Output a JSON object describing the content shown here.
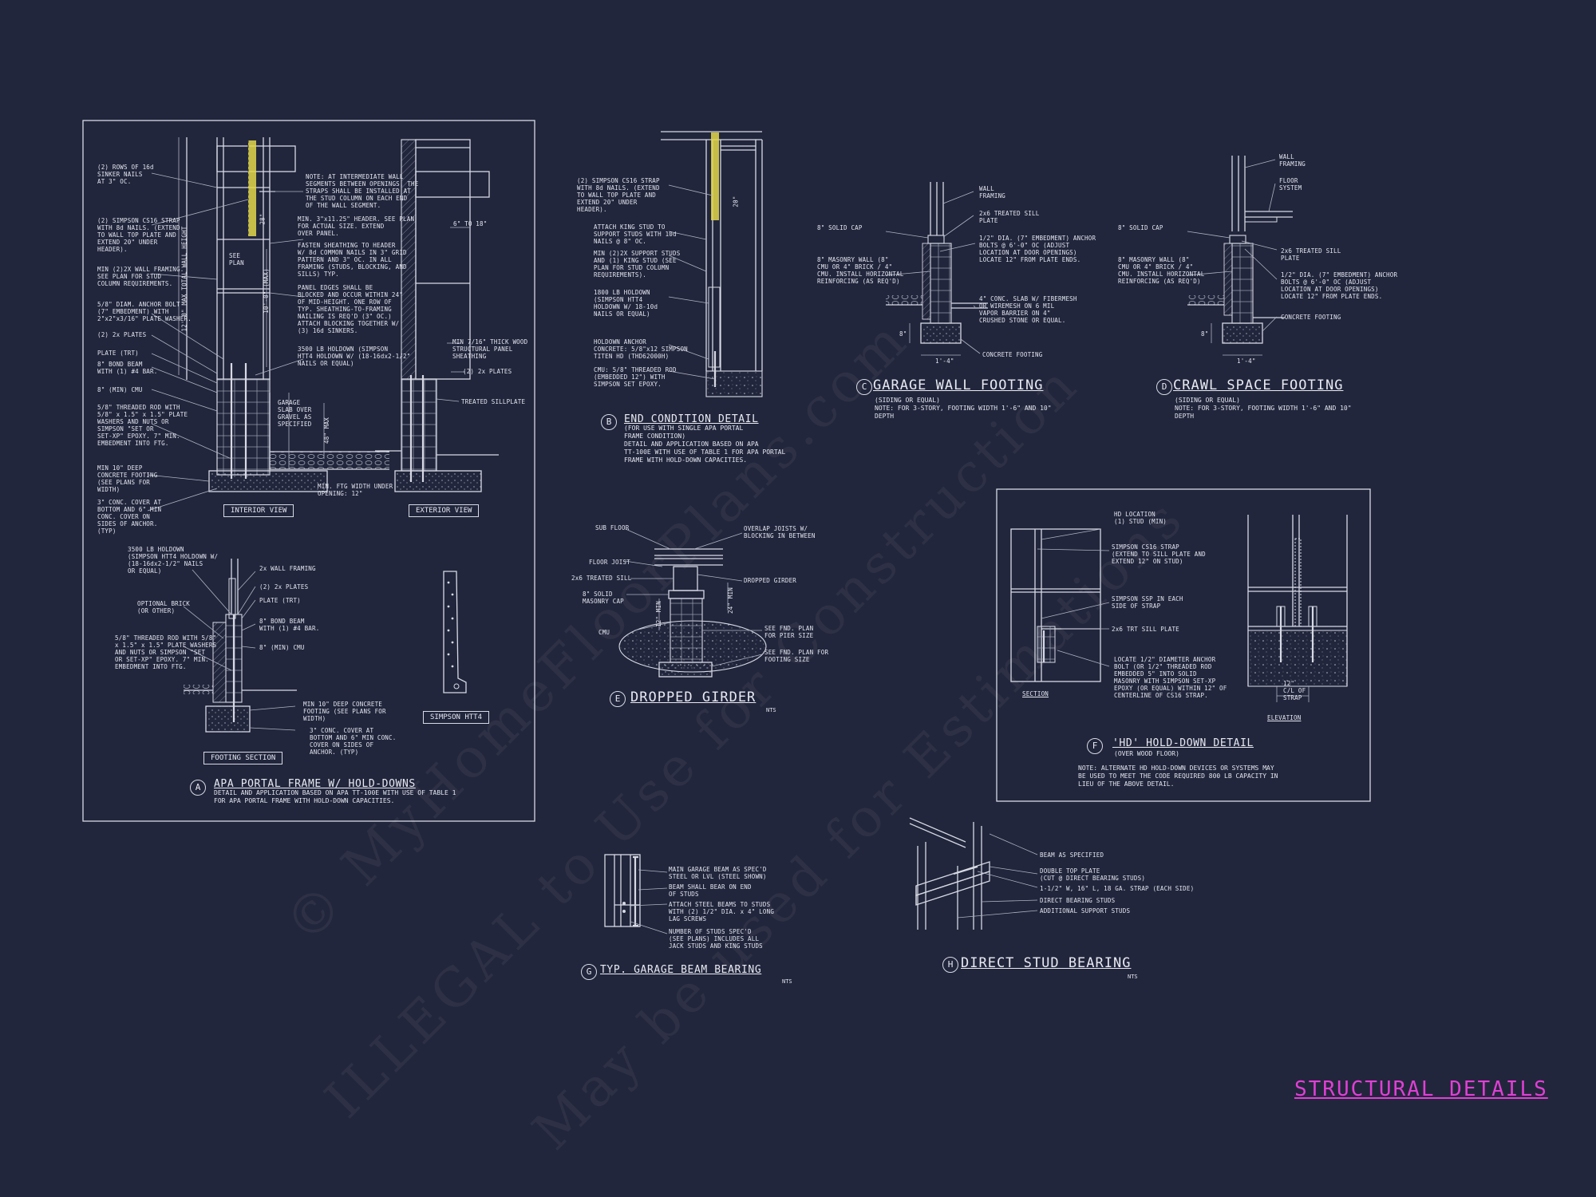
{
  "sheet_title": "STRUCTURAL DETAILS",
  "watermark": {
    "line1": "© MyHomeFloorPlans.com",
    "line2": "ILLEGAL to Use for Construction",
    "line3": "May be used for Estimations"
  },
  "colors": {
    "background": "#22263c",
    "linework": "#d7dae4",
    "strap": "#e3d84b",
    "sheet_title": "#e13fd6"
  },
  "detail_a": {
    "bubble": "A",
    "title": "APA PORTAL FRAME W/ HOLD-DOWNS",
    "subtitle": "DETAIL AND APPLICATION BASED ON APA TT-100E WITH USE OF TABLE 1\nFOR APA PORTAL FRAME WITH HOLD-DOWN CAPACITIES.",
    "interior_view": "INTERIOR VIEW",
    "exterior_view": "EXTERIOR VIEW",
    "footing_section": "FOOTING SECTION",
    "simpson_htt4": "SIMPSON HTT4",
    "notes": {
      "sinker_nails": "(2) ROWS OF 16d\nSINKER NAILS\nAT 3\" OC.",
      "cs16_strap": "(2) SIMPSON CS16 STRAP\nWITH 8d NAILS. (EXTEND\nTO WALL TOP PLATE AND\nEXTEND 20\" UNDER\nHEADER).",
      "wall_framing": "MIN (2)2X WALL FRAMING.\nSEE PLAN FOR STUD\nCOLUMN REQUIREMENTS.",
      "anchor_bolt": "5/8\" DIAM. ANCHOR BOLT\n(7\" EMBEDMENT) WITH\n2\"x2\"x3/16\" PLATE WASHER.",
      "plates_2x": "(2) 2x PLATES",
      "plate_trt": "PLATE (TRT)",
      "bond_beam": "8\" BOND BEAM\nWITH (1) #4 BAR.",
      "min_cmu": "8\" (MIN) CMU",
      "threaded_rod": "5/8\" THREADED ROD WITH\n5/8\" x 1.5\" x 1.5\" PLATE\nWASHERS AND NUTS OR\nSIMPSON \"SET OR\nSET-XP\" EPOXY. 7\" MIN.\nEMBEDMENT INTO FTG.",
      "concrete_footing": "MIN 10\" DEEP\nCONCRETE FOOTING\n(SEE PLANS FOR\nWIDTH)",
      "conc_cover": "3\" CONC. COVER AT\nBOTTOM AND 6\" MIN\nCONC. COVER ON\nSIDES OF ANCHOR.\n(TYP)",
      "intermediate": "NOTE: AT INTERMEDIATE WALL\nSEGMENTS BETWEEN OPENINGS, THE\nSTRAPS SHALL BE INSTALLED AT\nTHE STUD COLUMN ON EACH END\nOF THE WALL SEGMENT.",
      "header": "MIN. 3\"x11.25\" HEADER. SEE PLAN\nFOR ACTUAL SIZE. EXTEND\nOVER PANEL.",
      "fasten_sheathing": "FASTEN SHEATHING TO HEADER\nW/ 8d COMMON NAILS IN 3\" GRID\nPATTERN AND 3\" OC. IN ALL\nFRAMING (STUDS, BLOCKING, AND\nSILLS) TYP.",
      "panel_edges": "PANEL EDGES SHALL BE\nBLOCKED AND OCCUR WITHIN 24\"\nOF MID-HEIGHT. ONE ROW OF\nTYP. SHEATHING-TO-FRAMING\nNAILING IS REQ'D (3\" OC.)\nATTACH BLOCKING TOGETHER W/\n(3) 16d SINKERS.",
      "holdown_3500": "3500 LB HOLDOWN (SIMPSON\nHTT4 HOLDOWN W/ (18-16dx2-1/2\"\nNAILS OR EQUAL)",
      "garage_slab": "GARAGE\nSLAB OVER\nGRAVEL AS\nSPECIFIED",
      "min_ftg_width": "MIN. FTG WIDTH UNDER\nOPENING: 12\"",
      "see_plan": "SEE\nPLAN",
      "dim_28": "28\"",
      "dim_max_height": "10'-0\" (MAX)",
      "dim_total": "12'-0\" MAX TOTAL WALL HEIGHT",
      "dim_48": "48\" MAX",
      "six_to_18": "6\" TO 18\"",
      "structural_panel": "MIN 7/16\" THICK WOOD\nSTRUCTURAL PANEL\nSHEATHING",
      "plates_2x_ext": "(2) 2x PLATES",
      "treated_sill": "TREATED SILLPLATE",
      "holdown_fs": "3500 LB HOLDOWN\n(SIMPSON HTT4 HOLDOWN W/\n(18-16dx2-1/2\" NAILS\nOR EQUAL)",
      "wall_framing_2x": "2x WALL FRAMING",
      "plates_2x_fs": "(2) 2x PLATES",
      "plate_trt_fs": "PLATE (TRT)",
      "brick": "OPTIONAL BRICK\n(OR OTHER)",
      "bond_beam_fs": "8\" BOND BEAM\nWITH (1) #4 BAR.",
      "min_cmu_fs": "8\" (MIN) CMU",
      "threaded_rod_fs": "5/8\" THREADED ROD WITH 5/8\"\nx 1.5\" x 1.5\" PLATE WASHERS\nAND NUTS OR SIMPSON \"SET\nOR SET-XP\" EPOXY. 7\" MIN.\nEMBEDMENT INTO FTG.",
      "footing_fs": "MIN 10\" DEEP CONCRETE\nFOOTING (SEE PLANS FOR\nWIDTH)",
      "cover_fs": "3\" CONC. COVER AT\nBOTTOM AND 6\" MIN CONC.\nCOVER ON SIDES OF\nANCHOR. (TYP)"
    }
  },
  "detail_b": {
    "bubble": "B",
    "title": "END CONDITION DETAIL",
    "subtitle": "(FOR USE WITH SINGLE APA PORTAL\nFRAME CONDITION)\nDETAIL AND APPLICATION BASED ON APA\nTT-100E WITH USE OF TABLE 1 FOR APA PORTAL\nFRAME WITH HOLD-DOWN CAPACITIES.",
    "notes": {
      "strap": "(2) SIMPSON CS16 STRAP\nWITH 8d NAILS. (EXTEND\nTO WALL TOP PLATE AND\nEXTEND 20\" UNDER\nHEADER).",
      "king_stud": "ATTACH KING STUD TO\nSUPPORT STUDS WITH 10d\nNAILS @ 8\" OC.",
      "support_studs": "MIN (2)2X SUPPORT STUDS\nAND (1) KING STUD (SEE\nPLAN FOR STUD COLUMN\nREQUIREMENTS).",
      "holdown": "1800 LB HOLDOWN\n(SIMPSON HTT4\nHOLDOWN W/ 18-10d\nNAILS OR EQUAL)",
      "anchor": "HOLDOWN ANCHOR\nCONCRETE: 5/8\"x12 SIMPSON\nTITEN HD (THD62000H)",
      "cmu": "CMU: 5/8\" THREADED ROD\n(EMBEDDED 12\") WITH\nSIMPSON SET EPOXY.",
      "dim_20": "20\""
    }
  },
  "detail_c": {
    "bubble": "C",
    "title": "GARAGE WALL FOOTING",
    "subtitle": "(SIDING OR EQUAL)\nNOTE: FOR 3-STORY, FOOTING WIDTH 1'-6\" AND 10\"\nDEPTH",
    "notes": {
      "wall_framing": "WALL\nFRAMING",
      "solid_cap": "8\" SOLID CAP",
      "treated_sill": "2x6 TREATED SILL\nPLATE",
      "masonry_wall": "8\" MASONRY WALL (8\"\nCMU OR 4\" BRICK / 4\"\nCMU. INSTALL HORIZONTAL\nREINFORCING (AS REQ'D)",
      "anchor": "1/2\" DIA. (7\" EMBEDMENT) ANCHOR\nBOLTS @ 6'-0\" OC (ADJUST\nLOCATION AT DOOR OPENINGS)\nLOCATE 12\" FROM PLATE ENDS.",
      "slab": "4\" CONC. SLAB W/ FIBERMESH\nOR WIREMESH ON 6 MIL\nVAPOR BARRIER ON 4\"\nCRUSHED STONE OR EQUAL.",
      "footing": "CONCRETE FOOTING",
      "dim_width": "1'-4\"",
      "dim_depth": "8\""
    }
  },
  "detail_d": {
    "bubble": "D",
    "title": "CRAWL SPACE FOOTING",
    "subtitle": "(SIDING OR EQUAL)\nNOTE: FOR 3-STORY, FOOTING WIDTH 1'-6\" AND 10\"\nDEPTH",
    "notes": {
      "wall_framing": "WALL\nFRAMING",
      "floor_system": "FLOOR\nSYSTEM",
      "solid_cap": "8\" SOLID CAP",
      "treated_sill": "2x6 TREATED SILL\nPLATE",
      "masonry_wall": "8\" MASONRY WALL (8\"\nCMU OR 4\" BRICK / 4\"\nCMU. INSTALL HORIZONTAL\nREINFORCING (AS REQ'D)",
      "anchor": "1/2\" DIA. (7\" EMBEDMENT) ANCHOR\nBOLTS @ 6'-0\" OC (ADJUST\nLOCATION AT DOOR OPENINGS)\nLOCATE 12\" FROM PLATE ENDS.",
      "footing": "CONCRETE FOOTING",
      "dim_width": "1'-4\"",
      "dim_depth": "8\""
    }
  },
  "detail_e": {
    "bubble": "E",
    "title": "DROPPED GIRDER",
    "nts": "NTS",
    "notes": {
      "sub_floor": "SUB FLOOR",
      "overlap": "OVERLAP JOISTS W/\nBLOCKING IN BETWEEN",
      "floor_joist": "FLOOR JOIST",
      "treated_sill": "2x6 TREATED SILL",
      "dropped_girder": "DROPPED GIRDER",
      "solid_cap": "8\" SOLID\nMASONRY CAP",
      "cmu": "CMU",
      "pier_size": "SEE FND. PLAN\nFOR PIER SIZE",
      "footing_size": "SEE FND. PLAN FOR\nFOOTING SIZE",
      "dim_12": "12\" MIN",
      "dim_24": "24\" MIN"
    }
  },
  "detail_f": {
    "bubble": "F",
    "title": "'HD' HOLD-DOWN DETAIL",
    "subtitle": "(OVER WOOD FLOOR)",
    "note": "NOTE: ALTERNATE HD HOLD-DOWN DEVICES OR SYSTEMS MAY\nBE USED TO MEET THE CODE REQUIRED 800 LB CAPACITY IN\nLIEU OF THE ABOVE DETAIL.",
    "section": "SECTION",
    "elevation": "ELEVATION",
    "notes": {
      "hd_location": "HD LOCATION\n(1) STUD (MIN)",
      "strap": "SIMPSON CS16 STRAP\n(EXTEND TO SILL PLATE AND\nEXTEND 12\" ON STUD)",
      "ssp": "SIMPSON SSP IN EACH\nSIDE OF STRAP",
      "sill": "2x6 TRT SILL PLATE",
      "anchor": "LOCATE 1/2\" DIAMETER ANCHOR\nBOLT (OR 1/2\" THREADED ROD\nEMBEDDED 5\" INTO SOLID\nMASONRY WITH SIMPSON SET-XP\nEPOXY (OR EQUAL) WITHIN 12\" OF\nCENTERLINE OF CS16 STRAP.",
      "cl_strap": "12\"\nC/L OF\nSTRAP"
    }
  },
  "detail_g": {
    "bubble": "G",
    "title": "TYP. GARAGE BEAM BEARING",
    "nts": "NTS",
    "notes": {
      "main_beam": "MAIN GARAGE BEAM AS SPEC'D\nSTEEL OR LVL (STEEL SHOWN)",
      "bear": "BEAM SHALL BEAR ON END\nOF STUDS",
      "attach": "ATTACH STEEL BEAMS TO STUDS\nWITH (2) 1/2\" DIA. x 4\" LONG\nLAG SCREWS",
      "studs": "NUMBER OF STUDS SPEC'D\n(SEE PLANS) INCLUDES ALL\nJACK STUDS AND KING STUDS"
    }
  },
  "detail_h": {
    "bubble": "H",
    "title": "DIRECT STUD BEARING",
    "nts": "NTS",
    "notes": {
      "beam": "BEAM AS SPECIFIED",
      "top_plate": "DOUBLE TOP PLATE\n(CUT @ DIRECT BEARING STUDS)",
      "strap": "1-1/2\" W, 16\" L, 18 GA. STRAP (EACH SIDE)",
      "direct_studs": "DIRECT BEARING STUDS",
      "additional": "ADDITIONAL SUPPORT STUDS"
    }
  }
}
